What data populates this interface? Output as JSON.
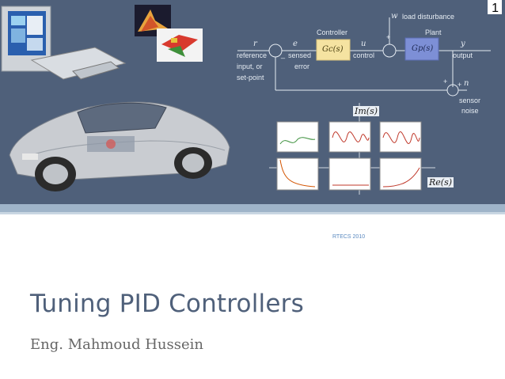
{
  "slide": {
    "number": "1",
    "tag": "RTECS 2010",
    "title": "Tuning PID Controllers",
    "author": "Eng. Mahmoud Hussein"
  },
  "diagram": {
    "w_symbol": "w",
    "load_disturbance": "load disturbance",
    "controller_label": "Controller",
    "plant_label": "Plant",
    "r_symbol": "r",
    "e_symbol": "e",
    "u_symbol": "u",
    "y_symbol": "y",
    "n_symbol": "n",
    "gc": "Gc(s)",
    "gp": "Gp(s)",
    "reference_line1": "reference",
    "reference_line2": "input, or",
    "reference_line3": "set-point",
    "sensed_line1": "sensed",
    "sensed_line2": "error",
    "control": "control",
    "output": "output",
    "sensor_line1": "sensor",
    "sensor_line2": "noise",
    "plus": "+",
    "minus": "_",
    "im_label": "Im(s)",
    "re_label": "Re(s)"
  },
  "colors": {
    "banner": "#4f607a",
    "title": "#4f607a",
    "controller_box": "#f5e3a1",
    "plant_box": "#7d8fd6"
  }
}
